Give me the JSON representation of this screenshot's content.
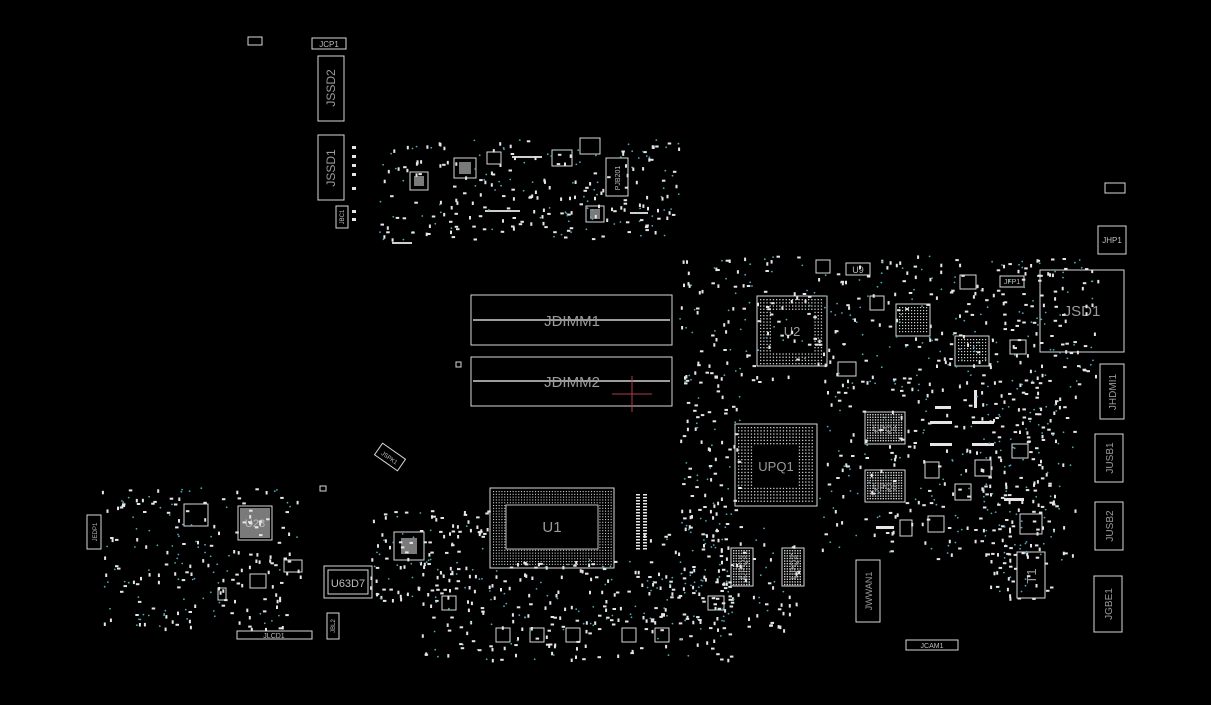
{
  "viewer": {
    "background": "#000000",
    "outline_color": "#d8d8d8",
    "label_color": "#9a9a9a",
    "via_color": "#4fa8b8",
    "cursor_color": "#b03a4a"
  },
  "labels": {
    "jcp1": "JCP1",
    "jssd2": "JSSD2",
    "jssd1": "JSSD1",
    "jbc1": "JBC1",
    "pjb201": "PJB201",
    "u9": "U9",
    "jfp1": "JFP1",
    "jhp1": "JHP1",
    "jsd1": "JSD1",
    "jdimm1": "JDIMM1",
    "jdimm2": "JDIMM2",
    "u2": "U2",
    "jhdmi1": "JHDMI1",
    "upq4": "UPQ4",
    "upq1": "UPQ1",
    "upq5": "UPQ5",
    "jusb1": "JUSB1",
    "jusb2": "JUSB2",
    "u1": "U1",
    "u28": "U28",
    "jedp1": "JEDP1",
    "u63d7": "U63D7",
    "jlcd1": "JLCD1",
    "jbl2": "JBL2",
    "upq3": "UPQ3",
    "upq2": "UPQ2",
    "jwwan1": "JWWAN1",
    "jcam1": "JCAM1",
    "t1": "T1",
    "jgbe1": "JGBE1",
    "jspk1": "JSPK1"
  }
}
